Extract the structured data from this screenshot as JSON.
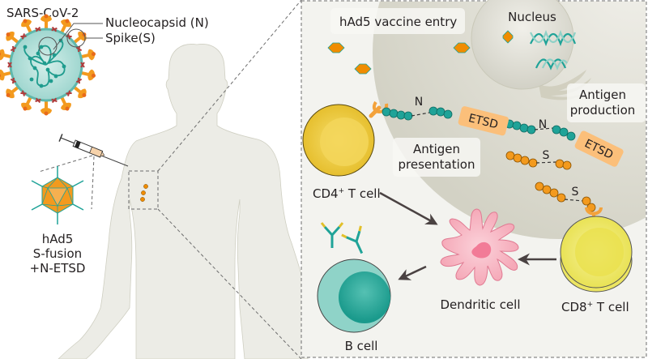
{
  "virus": {
    "title": "SARS-CoV-2",
    "nucleocapsid_label": "Nucleocapsid (N)",
    "spike_label": "Spike(S)"
  },
  "vaccine": {
    "line1": "hAd5",
    "line2": "S-fusion",
    "line3": "+N-ETSD"
  },
  "inset": {
    "entry_label": "hAd5 vaccine entry",
    "nucleus_label": "Nucleus",
    "antigen_production_line1": "Antigen",
    "antigen_production_line2": "production",
    "antigen_presentation_line1": "Antigen",
    "antigen_presentation_line2": "presentation",
    "n_label": "N",
    "s_label": "S",
    "etsd_label": "ETSD",
    "cd4_label": "CD4",
    "cd8_label": "CD8",
    "plus_sup": "+",
    "t_cell_suffix": " T cell",
    "dendritic_label": "Dendritic cell",
    "b_cell_label": "B cell"
  },
  "colors": {
    "orange": "#f08c00",
    "teal": "#1fa398",
    "yellow_cd4": "#e8c43a",
    "yellow_cd8": "#efe86a",
    "pink": "#f6a8b8",
    "body": "#ecece6",
    "inset_bg": "#f3f3ef",
    "cell_bg": "#dcdbd0"
  }
}
